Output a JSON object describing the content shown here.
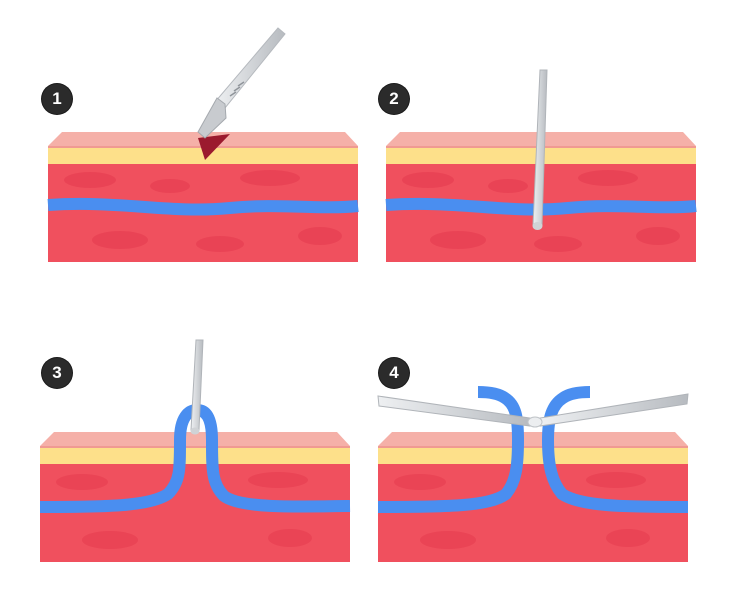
{
  "steps": [
    {
      "number": "1"
    },
    {
      "number": "2"
    },
    {
      "number": "3"
    },
    {
      "number": "4"
    }
  ],
  "colors": {
    "epidermis": "#f4a29c",
    "fat_layer": "#fde08a",
    "tissue": "#f0505e",
    "tissue_blob": "#e83d50",
    "vessel": "#4a8ef0",
    "vessel_dark": "#2e6bd4",
    "incision": "#9b1a2e",
    "instrument": "#d7d9dc",
    "instrument_shade": "#a9adb2",
    "label_bg": "#2b2b2b",
    "label_text": "#ffffff"
  },
  "icons": [
    "scalpel-icon",
    "probe-icon",
    "retractor-icon"
  ]
}
